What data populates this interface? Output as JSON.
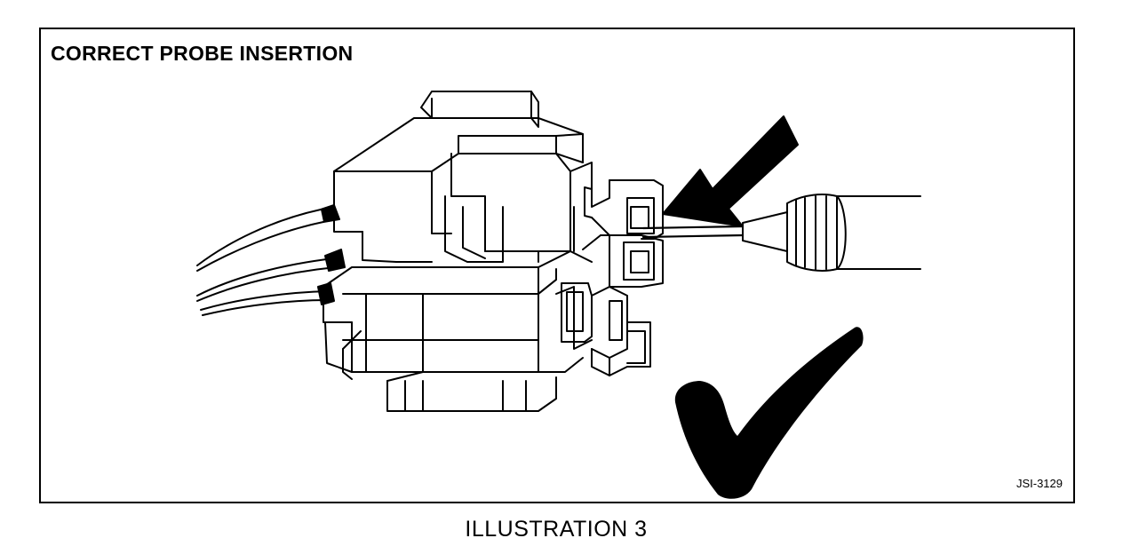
{
  "panel": {
    "title": "CORRECT PROBE INSERTION",
    "figure_code": "JSI-3129"
  },
  "caption": "ILLUSTRATION 3",
  "colors": {
    "ink": "#000000",
    "paper": "#ffffff"
  },
  "icons": {
    "insertion_arrow": "arrow-icon",
    "correct_mark": "checkmark-icon"
  }
}
